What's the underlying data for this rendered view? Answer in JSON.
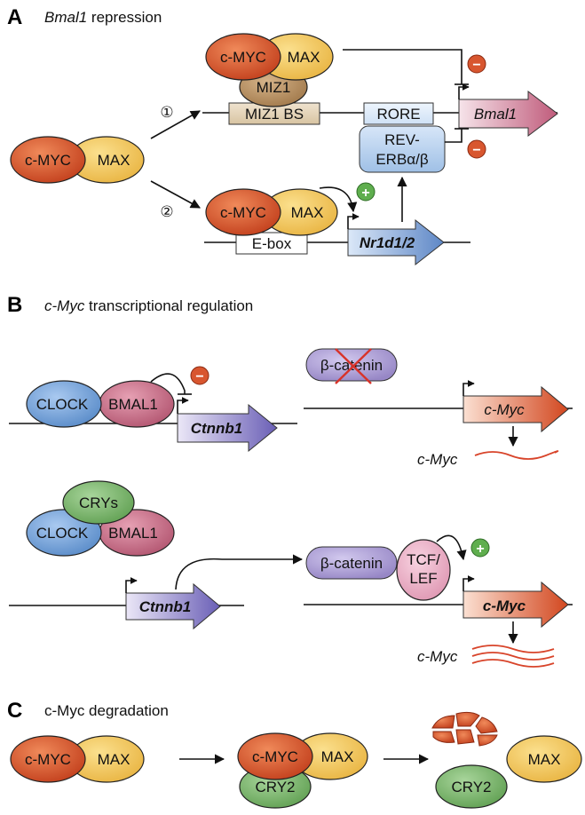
{
  "panel_a": {
    "letter": "A",
    "title_italic": "Bmal1",
    "title_rest": " repression",
    "step1": "①",
    "step2": "②",
    "cmyc": "c-MYC",
    "max": "MAX",
    "miz1": "MIZ1",
    "miz1_bs": "MIZ1 BS",
    "rore": "RORE",
    "bmal1": "Bmal1",
    "rev_erb_line1": "REV-",
    "rev_erb_line2": "ERBα/β",
    "ebox": "E-box",
    "nr1d1": "Nr1d1/2",
    "minus": "−",
    "plus": "+"
  },
  "panel_b": {
    "letter": "B",
    "title_italic": "c-Myc",
    "title_rest": " transcriptional regulation",
    "clock": "CLOCK",
    "bmal1_protein": "BMAL1",
    "ctnnb1": "Ctnnb1",
    "beta_catenin": "β-catenin",
    "cmyc_gene": "c-Myc",
    "cmyc_mrna": "c-Myc",
    "crys": "CRYs",
    "tcf_line1": "TCF/",
    "tcf_line2": "LEF",
    "minus": "−",
    "plus": "+"
  },
  "panel_c": {
    "letter": "C",
    "title": "c-Myc degradation",
    "cmyc": "c-MYC",
    "max": "MAX",
    "cry2": "CRY2"
  },
  "colors": {
    "cmyc": "#d6542c",
    "max": "#f3c35a",
    "miz1": "#b58d5e",
    "clock": "#6f9fd8",
    "bmal1": "#c26a84",
    "cry": "#77b36a",
    "beta_catenin": "#a99ad0",
    "tcf": "#e8aac2",
    "minus_badge": "#d8562f",
    "plus_badge": "#5fae4e"
  }
}
